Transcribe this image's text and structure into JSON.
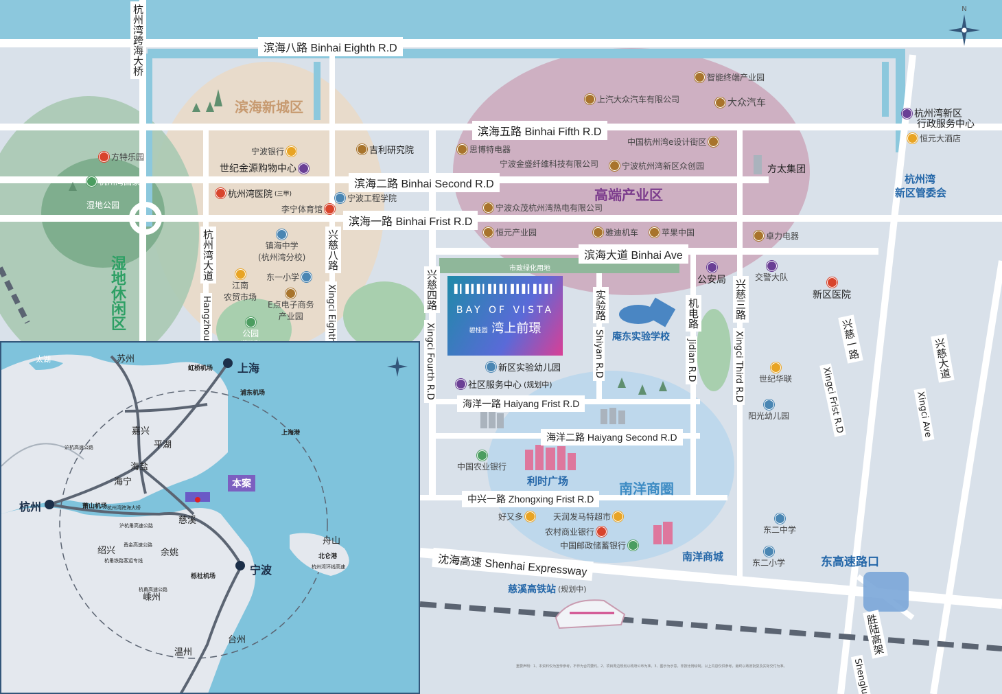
{
  "roads": {
    "binhai8": "滨海八路 Binhai Eighth R.D",
    "binhai5": "滨海五路 Binhai Fifth R.D",
    "binhai2": "滨海二路 Binhai Second R.D",
    "binhai1": "滨海一路 Binhai Frist R.D",
    "binhai_ave": "滨海大道 Binhai Ave",
    "haiyang1": "海洋一路 Haiyang Frist R.D",
    "haiyang2": "海洋二路 Haiyang Second R.D",
    "zhongxing1": "中兴一路 Zhongxing Frist R.D",
    "shenhai": "沈海高速 Shenhai Expressway",
    "bridge": "杭州湾跨海大桥",
    "hangzhouwan_cn": "杭州湾大道",
    "hangzhouwan_en": "Hangzhou",
    "xingci8_cn": "兴慈八路",
    "xingci8_en": "Xingci Eighth",
    "xingci4_cn": "兴慈四路",
    "xingci4_en": "Xingci Fourth R.D",
    "shiyan_cn": "实验路",
    "shiyan_en": "Shiyan R.D",
    "jidian_cn": "机电路",
    "jidian_en": "Jidian R.D",
    "xingci3_cn": "兴慈三路",
    "xingci3_en": "Xingci Third R.D",
    "xingci1_cn": "兴慈一路",
    "xingci1_en": "Xingci Frist R.D",
    "xingci_ave_cn": "兴慈大道",
    "xingci_ave_en": "Xingci Ave",
    "shenglu_cn": "胜陆高架",
    "shenglu_en": "Shenglu"
  },
  "zones": {
    "binhai_new_city": "滨海新城区",
    "high_end": "高端产业区",
    "wetland": "湿地休闲区",
    "nanyang": "南洋商圈"
  },
  "project": {
    "bars": "▌▎▌▍▌▎▌▍▌▎▌▍▌▎▌▍▌▎",
    "en": "BAY OF VISTA",
    "brand": "碧桂园",
    "cn": "湾上前璟",
    "green_strip": "市政绿化用地"
  },
  "pois": [
    {
      "label": "智能终端产业园",
      "color": "brown"
    },
    {
      "label": "上汽大众汽车有限公司",
      "color": "brown"
    },
    {
      "label": "大众汽车",
      "color": "brown"
    },
    {
      "label": "杭州湾新区",
      "color": "purple"
    },
    {
      "label": "行政服务中心",
      "color": "none"
    },
    {
      "label": "恒元大酒店",
      "color": "orange"
    },
    {
      "label": "方特乐园",
      "color": "red"
    },
    {
      "label": "宁波银行",
      "color": "orange"
    },
    {
      "label": "世纪金源购物中心",
      "color": "purple"
    },
    {
      "label": "吉利研究院",
      "color": "brown"
    },
    {
      "label": "思博特电器",
      "color": "brown"
    },
    {
      "label": "中国杭州湾e设计街区",
      "color": "brown"
    },
    {
      "label": "宁波金盛纤维科技有限公司",
      "color": "brown"
    },
    {
      "label": "宁波杭州湾新区众创园",
      "color": "brown"
    },
    {
      "label": "方太集团",
      "color": "none"
    },
    {
      "label": "杭州湾国家",
      "color": "green"
    },
    {
      "label": "湿地公园",
      "color": "none"
    },
    {
      "label": "杭州湾医院",
      "color": "red"
    },
    {
      "label": "(三甲)",
      "color": "none"
    },
    {
      "label": "李宁体育馆",
      "color": "red"
    },
    {
      "label": "宁波工程学院",
      "color": "blue"
    },
    {
      "label": "宁波众茂杭州湾热电有限公司",
      "color": "brown"
    },
    {
      "label": "杭州湾",
      "color": "none"
    },
    {
      "label": "新区管委会",
      "color": "none"
    },
    {
      "label": "恒元产业园",
      "color": "brown"
    },
    {
      "label": "雅迪机车",
      "color": "brown"
    },
    {
      "label": "苹果中国",
      "color": "brown"
    },
    {
      "label": "卓力电器",
      "color": "brown"
    },
    {
      "label": "镇海中学",
      "color": "blue"
    },
    {
      "label": "(杭州湾分校)",
      "color": "none"
    },
    {
      "label": "东一小学",
      "color": "blue"
    },
    {
      "label": "江南",
      "color": "orange"
    },
    {
      "label": "农贸市场",
      "color": "none"
    },
    {
      "label": "E点电子商务",
      "color": "brown"
    },
    {
      "label": "产业园",
      "color": "none"
    },
    {
      "label": "公园",
      "color": "green"
    },
    {
      "label": "(规划中)",
      "color": "none"
    },
    {
      "label": "公安局",
      "color": "purple"
    },
    {
      "label": "交警大队",
      "color": "purple"
    },
    {
      "label": "新区医院",
      "color": "red"
    },
    {
      "label": "庵东实验学校",
      "color": "none"
    },
    {
      "label": "新区实验幼儿园",
      "color": "blue"
    },
    {
      "label": "社区服务中心",
      "color": "purple"
    },
    {
      "label": "(规划中)",
      "color": "none"
    },
    {
      "label": "世纪华联",
      "color": "orange"
    },
    {
      "label": "阳光幼儿园",
      "color": "blue"
    },
    {
      "label": "中国农业银行",
      "color": "green"
    },
    {
      "label": "利时广场",
      "color": "none"
    },
    {
      "label": "好又多",
      "color": "orange"
    },
    {
      "label": "天润发马特超市",
      "color": "orange"
    },
    {
      "label": "农村商业银行",
      "color": "red"
    },
    {
      "label": "中国邮政储蓄银行",
      "color": "green"
    },
    {
      "label": "南洋商城",
      "color": "none"
    },
    {
      "label": "东二中学",
      "color": "blue"
    },
    {
      "label": "东二小学",
      "color": "blue"
    },
    {
      "label": "东高速路口",
      "color": "none"
    },
    {
      "label": "慈溪高铁站",
      "color": "none"
    },
    {
      "label": "(规划中)",
      "color": "none"
    }
  ],
  "compass": "N",
  "inset": {
    "cities": [
      "苏州",
      "太湖",
      "上海",
      "嘉兴",
      "平湖",
      "海盐",
      "海宁",
      "杭州",
      "慈溪",
      "绍兴",
      "余姚",
      "宁波",
      "舟山",
      "嵊州",
      "台州",
      "温州"
    ],
    "airports": [
      "虹桥机场",
      "浦东机场",
      "萧山机场",
      "栎社机场",
      "北仑港",
      "上海港"
    ],
    "highways": [
      "沪杭高速公路",
      "杭州湾跨海大桥",
      "沪杭甬高速公路",
      "甬金高速公路",
      "杭甬高速公路",
      "杭州湾环线高速",
      "杭甬铁路客运专线"
    ],
    "project": "本案"
  },
  "disclaimer": "重要声明：1、本资料仅为宣传参考，不作为合同要约。2、项目周边规划以政府公布为准。3、图示为示意，非按比例绘制。以上内容仅供参考，最终以政府批复及实际交付为准。"
}
